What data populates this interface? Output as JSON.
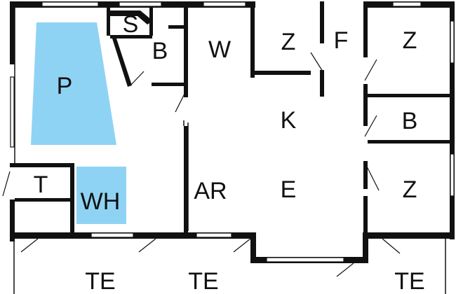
{
  "colors": {
    "pool": "#8fd3f4",
    "whirlpool": "#8fd3f4",
    "wall": "#111111",
    "background": "#ffffff"
  },
  "rooms": {
    "pool": "P",
    "sauna": "S",
    "bath_top": "B",
    "washroom": "W",
    "bedroom_top_middle": "Z",
    "hallway": "F",
    "bedroom_top_right": "Z",
    "kitchen": "K",
    "bath_right": "B",
    "dining": "E",
    "bedroom_bottom_right": "Z",
    "technical": "T",
    "whirlpool": "WH",
    "activity": "AR",
    "terrace_left": "TE",
    "terrace_middle": "TE",
    "terrace_right": "TE"
  }
}
